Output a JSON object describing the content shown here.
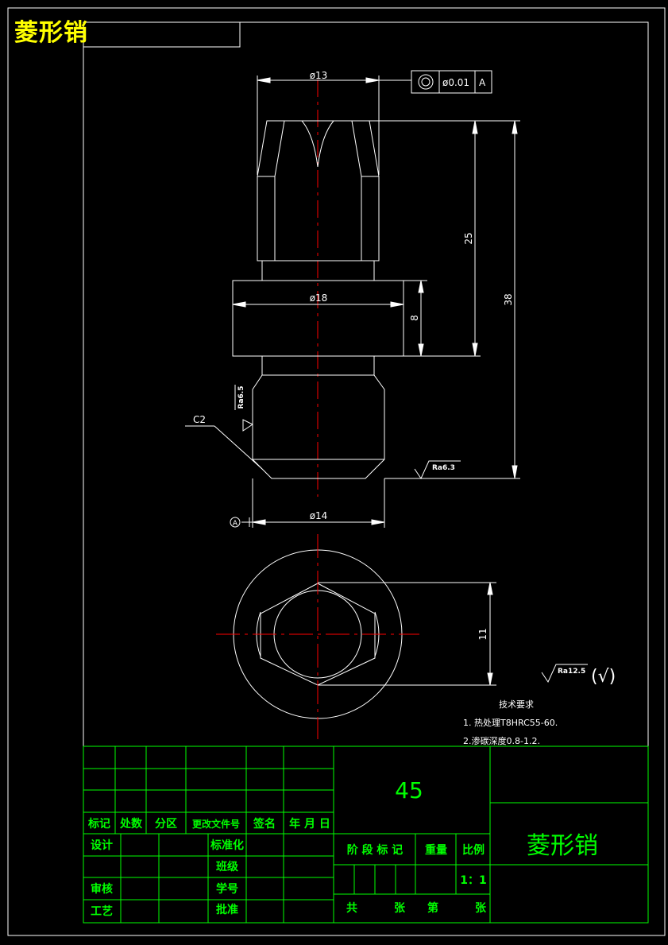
{
  "header": {
    "title": "菱形销"
  },
  "dims": {
    "dia13": "ø13",
    "dia18": "ø18",
    "dia14": "ø14",
    "len25": "25",
    "len38": "38",
    "len8": "8",
    "len11": "11",
    "chamfer": "C2"
  },
  "tolerance": {
    "value": "ø0.01",
    "datum": "A"
  },
  "datum_label": "A",
  "roughness": {
    "r1": "Ra6.5",
    "r2": "Ra6.3",
    "general": "Ra12.5",
    "general_suffix": "(√)"
  },
  "tech": {
    "title": "技术要求",
    "line1": "1. 热处理T8HRC55-60.",
    "line2": "2.渗碳深度0.8-1.2."
  },
  "title_block": {
    "material": "45",
    "part_name": "菱形销",
    "row_headers": [
      "标记",
      "处数",
      "分区",
      "更改文件号",
      "签名",
      "年 月 日"
    ],
    "design": "设计",
    "standard": "标准化",
    "review": "审核",
    "process": "工艺",
    "class": "班级",
    "student_no": "学号",
    "approve": "批准",
    "stage": "阶 段 标 记",
    "weight": "重量",
    "scale_label": "比例",
    "scale": "1：1",
    "total": "共",
    "sheet1": "张",
    "nth": "第",
    "sheet2": "张"
  },
  "colors": {
    "line": "#ffffff",
    "center": "#ff0000",
    "table": "#00ff00",
    "text_green": "#00ff00",
    "title_yellow": "#ffff00"
  }
}
